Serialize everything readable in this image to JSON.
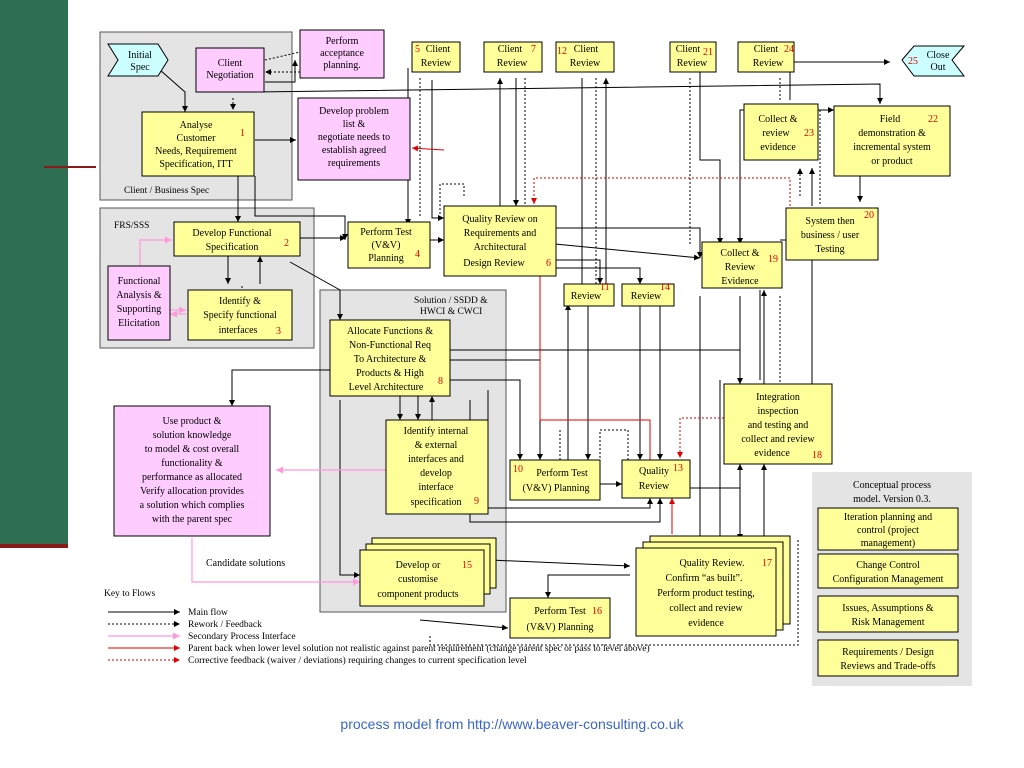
{
  "footer": {
    "source": "process model from http://www.beaver-consulting.co.uk"
  },
  "regions": {
    "client_spec": "Client / Business Spec",
    "frs": "FRS/SSS",
    "solution": "Solution / SSDD &",
    "solution2": "HWCI & CWCI"
  },
  "nodes": {
    "initial_spec": [
      "Initial",
      "Spec"
    ],
    "close_out": [
      "Close",
      "Out"
    ],
    "close_out_num": "25",
    "client_negotiation": [
      "Client",
      "Negotiation"
    ],
    "perform_acceptance": [
      "Perform",
      "acceptance",
      "planning."
    ],
    "analyse": [
      "Analyse",
      "Customer",
      "Needs, Requirement",
      "Specification, ITT"
    ],
    "analyse_num": "1",
    "develop_problem": [
      "Develop problem",
      "list &",
      "negotiate needs to",
      "establish agreed",
      "requirements"
    ],
    "client_review_5": [
      "Client",
      "Review"
    ],
    "client_review_5_num": "5",
    "client_review_7": [
      "Client",
      "Review"
    ],
    "client_review_7_num": "7",
    "client_review_12": [
      "Client",
      "Review"
    ],
    "client_review_12_num": "12",
    "client_review_21": [
      "Client",
      "Review"
    ],
    "client_review_21_num": "21",
    "client_review_24": [
      "Client",
      "Review"
    ],
    "client_review_24_num": "24",
    "collect_23": [
      "Collect &",
      "review",
      "evidence"
    ],
    "collect_23_num": "23",
    "field_demo": [
      "Field",
      "demonstration &",
      "incremental system",
      "or product"
    ],
    "field_demo_num": "22",
    "develop_functional": [
      "Develop Functional",
      "Specification"
    ],
    "develop_functional_num": "2",
    "perform_test_4": [
      "Perform Test",
      "(V&V)",
      "Planning"
    ],
    "perform_test_4_num": "4",
    "quality_review_6": [
      "Quality Review on",
      "Requirements and",
      "Architectural",
      "Design  Review"
    ],
    "quality_review_6_num": "6",
    "system_testing": [
      "System then",
      "business / user",
      "Testing"
    ],
    "system_testing_num": "20",
    "collect_19": [
      "Collect &",
      "Review",
      "Evidence"
    ],
    "collect_19_num": "19",
    "functional_analysis": [
      "Functional",
      "Analysis &",
      "Supporting",
      "Elicitation"
    ],
    "identify_3": [
      "Identify &",
      "Specify functional",
      "interfaces"
    ],
    "identify_3_num": "3",
    "review_11": "Review",
    "review_11_num": "11",
    "review_14": "Review",
    "review_14_num": "14",
    "allocate": [
      "Allocate Functions &",
      "Non-Functional Req",
      "To Architecture &",
      "Products & High",
      "Level Architecture"
    ],
    "allocate_num": "8",
    "use_product": [
      "Use product &",
      "solution knowledge",
      "to model & cost overall",
      "functionality &",
      "performance as allocated",
      "Verify allocation provides",
      "a solution which complies",
      "with the parent spec"
    ],
    "identify_9": [
      "Identify internal",
      "& external",
      "interfaces and",
      "develop",
      "interface",
      "specification"
    ],
    "identify_9_num": "9",
    "perform_test_10": [
      "Perform Test",
      "(V&V) Planning"
    ],
    "perform_test_10_num": "10",
    "quality_13": [
      "Quality",
      "Review"
    ],
    "quality_13_num": "13",
    "integration_18": [
      "Integration",
      "inspection",
      "and testing and",
      "collect and review",
      "evidence"
    ],
    "integration_18_num": "18",
    "develop_15": [
      "Develop or",
      "customise",
      "component products"
    ],
    "develop_15_num": "15",
    "quality_17": [
      "Quality Review.",
      "Confirm “as built”.",
      "Perform product testing,",
      "collect and review",
      "evidence"
    ],
    "quality_17_num": "17",
    "perform_test_16": [
      "Perform Test",
      "(V&V) Planning"
    ],
    "perform_test_16_num": "16",
    "candidate": "Candidate solutions"
  },
  "conceptual": {
    "title": [
      "Conceptual process",
      "model. Version 0.3."
    ],
    "boxes": [
      [
        "Iteration planning and",
        "control (project",
        "management)"
      ],
      [
        "Change Control",
        "Configuration Management"
      ],
      [
        "Issues, Assumptions &",
        "Risk Management"
      ],
      [
        "Requirements / Design",
        "Reviews and Trade-offs"
      ]
    ]
  },
  "key": {
    "title": "Key to Flows",
    "items": [
      "Main flow",
      "Rework / Feedback",
      "Secondary Process Interface",
      "Parent back when lower level solution not realistic against parent requirement (change parent spec or pass to level above)",
      "Corrective feedback (waiver / deviations) requiring changes to current specification level"
    ]
  },
  "colors": {
    "box": "#ffff99",
    "pink": "#ffccff",
    "region": "#e4e4e4",
    "sidebar": "#2e6e52",
    "red": "#e00000",
    "link": "#3a66c8"
  }
}
